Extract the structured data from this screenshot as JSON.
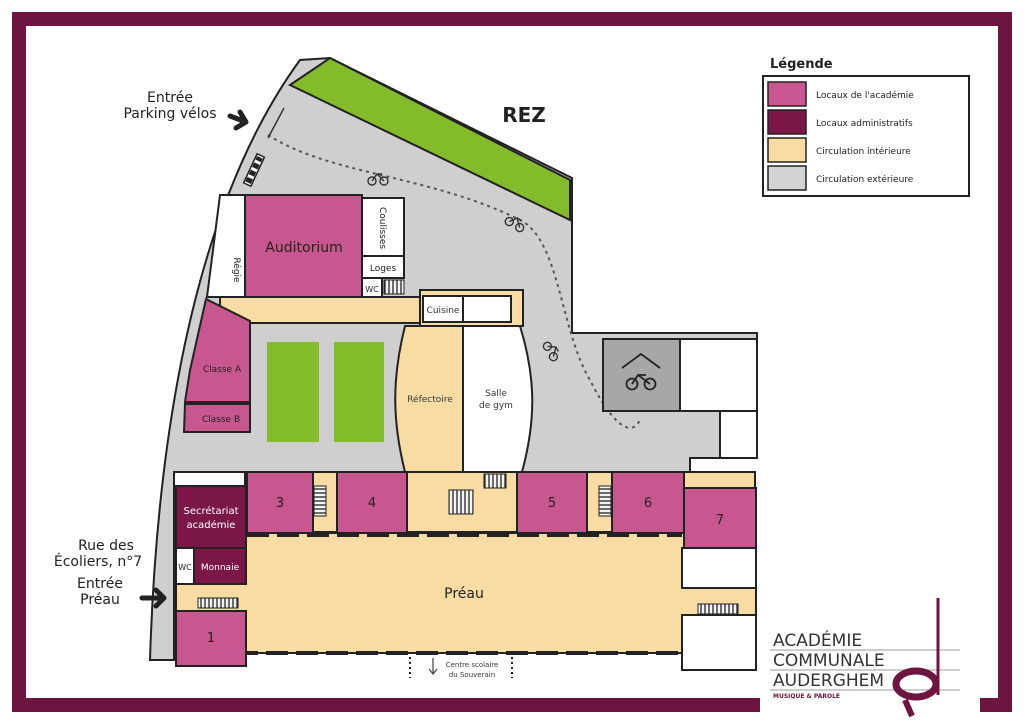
{
  "title": "REZ",
  "colors": {
    "frame": "#6e1440",
    "locaux_academie": "#c9578f",
    "locaux_admin": "#7a1746",
    "circulation_interieure": "#f8dca3",
    "circulation_exterieure": "#d3d3d3",
    "green": "#84bb2a"
  },
  "legend": {
    "title": "Légende",
    "items": [
      {
        "label": "Locaux de l'académie",
        "color": "#c9578f"
      },
      {
        "label": "Locaux administratifs",
        "color": "#7a1746"
      },
      {
        "label": "Circulation intérieure",
        "color": "#f8dca3"
      },
      {
        "label": "Circulation extérieure",
        "color": "#d3d3d3"
      }
    ]
  },
  "entrances": {
    "parking_line1": "Entrée",
    "parking_line2": "Parking vélos",
    "street_line1": "Rue des",
    "street_line2": "Écoliers, n°7",
    "preau_line1": "Entrée",
    "preau_line2": "Préau"
  },
  "rooms": {
    "auditorium": "Auditorium",
    "regie": "Régie",
    "coulisses": "Coulisses",
    "loges": "Loges",
    "wc_top": "WC",
    "wc_bottom": "WC",
    "cuisine": "Cuisine",
    "refectoire": "Réfectoire",
    "salle_gym_line1": "Salle",
    "salle_gym_line2": "de gym",
    "classe_a": "Classe A",
    "classe_b": "Classe B",
    "secretariat_line1": "Secrétariat",
    "secretariat_line2": "académie",
    "monnaie": "Monnaie",
    "preau": "Préau",
    "r1": "1",
    "r3": "3",
    "r4": "4",
    "r5": "5",
    "r6": "6",
    "r7": "7"
  },
  "exit": {
    "line1": "Centre scolaire",
    "line2": "du Souverain"
  },
  "logo": {
    "line1": "ACADÉMIE",
    "line2": "COMMUNALE",
    "line3": "AUDERGHEM",
    "tagline": "MUSIQUE & PAROLE"
  },
  "icons": [
    "bicycle-icon",
    "bike-shelter-icon",
    "arrow-right-icon",
    "stairs-icon",
    "music-note-logo-icon"
  ]
}
